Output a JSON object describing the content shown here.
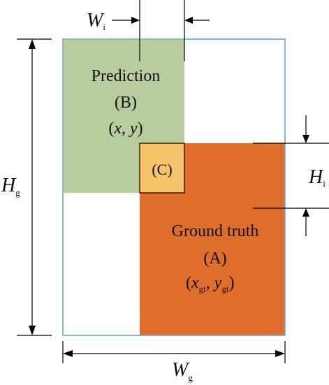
{
  "colors": {
    "prediction_fill": "#b8cc9e",
    "ground_truth_fill": "#df6d2c",
    "intersection_fill": "#f5c46a",
    "outer_border": "#7aaed4",
    "line": "#000000"
  },
  "labels": {
    "wi_letter": "W",
    "wi_sub": "i",
    "hi_letter": "H",
    "hi_sub": "i",
    "hg_letter": "H",
    "hg_sub": "g",
    "wg_letter": "W",
    "wg_sub": "g",
    "prediction": {
      "name": "Prediction",
      "tag": "(B)",
      "coord_open": "(",
      "coord_x": "x",
      "coord_sep": ", ",
      "coord_y": "y",
      "coord_close": ")"
    },
    "intersection": {
      "tag": "(C)"
    },
    "ground_truth": {
      "name": "Ground truth",
      "tag": "(A)",
      "coord_open": "(",
      "coord_x": "x",
      "coord_x_sub": "gt",
      "coord_sep": ", ",
      "coord_y": "y",
      "coord_y_sub": "gt",
      "coord_close": ")"
    }
  }
}
